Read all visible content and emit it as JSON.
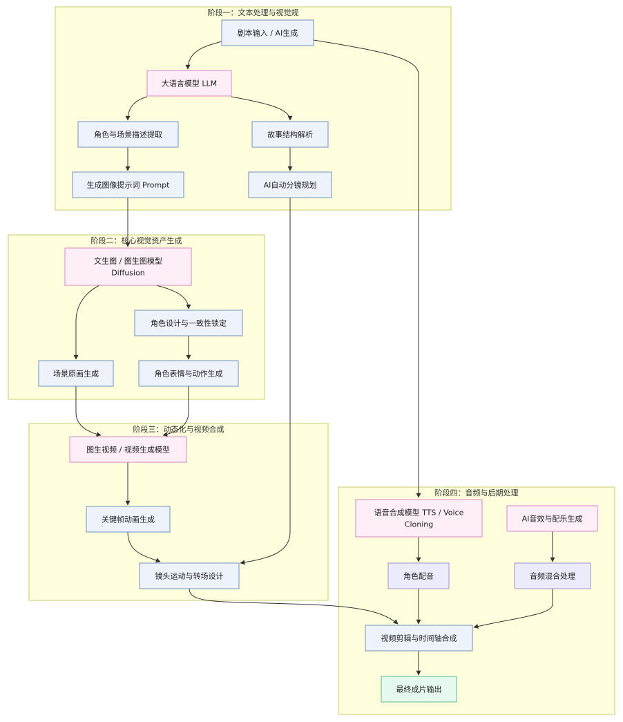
{
  "colors": {
    "cluster_fill": "#ffffde",
    "cluster_stroke": "#c9ce6e",
    "process_fill": "#eef3fb",
    "process_stroke": "#6f8fbf",
    "model_fill": "#fdeef8",
    "model_stroke": "#d986c0",
    "audio_fill": "#ecebfb",
    "audio_stroke": "#9a93cf",
    "output_fill": "#e6f9ef",
    "output_stroke": "#5db98a",
    "edge": "#333333"
  },
  "clusters": [
    {
      "id": "stage1",
      "title": "阶段一：文本处理与视觉规"
    },
    {
      "id": "stage2",
      "title": "阶段二：核心视觉资产生成"
    },
    {
      "id": "stage3",
      "title": "阶段三：动态化与视频合成"
    },
    {
      "id": "stage4",
      "title": "阶段四：音频与后期处理"
    }
  ],
  "nodes": [
    {
      "id": "script",
      "kind": "process",
      "lines": [
        "剧本输入 / AI生成"
      ]
    },
    {
      "id": "llm",
      "kind": "model",
      "lines": [
        "大语言模型 LLM"
      ]
    },
    {
      "id": "extract",
      "kind": "process",
      "lines": [
        "角色与场景描述提取"
      ]
    },
    {
      "id": "story",
      "kind": "process",
      "lines": [
        "故事结构解析"
      ]
    },
    {
      "id": "prompt",
      "kind": "process",
      "lines": [
        "生成图像提示词 Prompt"
      ]
    },
    {
      "id": "storyboard",
      "kind": "process",
      "lines": [
        "AI自动分镜规划"
      ]
    },
    {
      "id": "diffusion",
      "kind": "model",
      "lines": [
        "文生图 / 图生图模型",
        "Diffusion"
      ]
    },
    {
      "id": "chardesign",
      "kind": "process",
      "lines": [
        "角色设计与一致性锁定"
      ]
    },
    {
      "id": "scene",
      "kind": "process",
      "lines": [
        "场景原画生成"
      ]
    },
    {
      "id": "expression",
      "kind": "process",
      "lines": [
        "角色表情与动作生成"
      ]
    },
    {
      "id": "img2vid",
      "kind": "model",
      "lines": [
        "图生视频 / 视频生成模型"
      ]
    },
    {
      "id": "keyframe",
      "kind": "process",
      "lines": [
        "关键帧动画生成"
      ]
    },
    {
      "id": "camera",
      "kind": "process",
      "lines": [
        "镜头运动与转场设计"
      ]
    },
    {
      "id": "tts",
      "kind": "model",
      "lines": [
        "语音合成模型 TTS / Voice",
        "Cloning"
      ]
    },
    {
      "id": "sfx",
      "kind": "model",
      "lines": [
        "AI音效与配乐生成"
      ]
    },
    {
      "id": "dubbing",
      "kind": "audio",
      "lines": [
        "角色配音"
      ]
    },
    {
      "id": "mixing",
      "kind": "audio",
      "lines": [
        "音频混合处理"
      ]
    },
    {
      "id": "editing",
      "kind": "process",
      "lines": [
        "视频剪辑与时间轴合成"
      ]
    },
    {
      "id": "final",
      "kind": "output",
      "lines": [
        "最终成片输出"
      ]
    }
  ],
  "edges": [
    {
      "from": "script",
      "to": "llm"
    },
    {
      "from": "script",
      "to": "tts"
    },
    {
      "from": "llm",
      "to": "extract"
    },
    {
      "from": "llm",
      "to": "story"
    },
    {
      "from": "extract",
      "to": "prompt"
    },
    {
      "from": "story",
      "to": "storyboard"
    },
    {
      "from": "prompt",
      "to": "diffusion"
    },
    {
      "from": "storyboard",
      "to": "camera"
    },
    {
      "from": "diffusion",
      "to": "chardesign"
    },
    {
      "from": "diffusion",
      "to": "scene"
    },
    {
      "from": "chardesign",
      "to": "expression"
    },
    {
      "from": "scene",
      "to": "img2vid"
    },
    {
      "from": "expression",
      "to": "img2vid"
    },
    {
      "from": "img2vid",
      "to": "keyframe"
    },
    {
      "from": "keyframe",
      "to": "camera"
    },
    {
      "from": "camera",
      "to": "editing"
    },
    {
      "from": "tts",
      "to": "dubbing"
    },
    {
      "from": "sfx",
      "to": "mixing"
    },
    {
      "from": "dubbing",
      "to": "editing"
    },
    {
      "from": "mixing",
      "to": "editing"
    },
    {
      "from": "editing",
      "to": "final"
    }
  ]
}
